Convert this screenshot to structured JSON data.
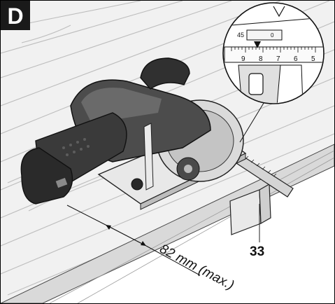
{
  "figure": {
    "letter": "D",
    "part_number": "33",
    "dimension_label": "82 mm (max.)",
    "magnifier": {
      "angle_label": "45",
      "angle_zero": "0",
      "scale_numbers": [
        "9",
        "8",
        "7",
        "6",
        "5"
      ]
    }
  },
  "colors": {
    "label_bg": "#1a1a1a",
    "label_text": "#ffffff",
    "wood": "#f1f1f1",
    "grain": "#b8b8b8",
    "saw_body": "#3a3a3a",
    "battery": "#2a2a2a"
  }
}
